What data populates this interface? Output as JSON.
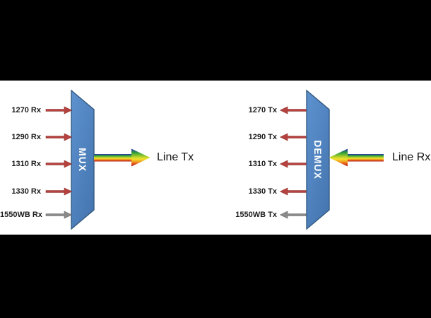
{
  "diagram": {
    "mux": {
      "label": "MUX",
      "inputs": [
        "1270 Rx",
        "1290 Rx",
        "1310 Rx",
        "1330 Rx",
        "1550WB Rx"
      ],
      "output_label": "Line Tx"
    },
    "demux": {
      "label": "DEMUX",
      "outputs": [
        "1270 Tx",
        "1290 Tx",
        "1310 Tx",
        "1330 Tx",
        "1550WB Tx"
      ],
      "input_label": "Line Rx"
    },
    "colors": {
      "background": "#000000",
      "panel": "#ffffff",
      "block_fill": "#4a7dba",
      "block_border": "#355a80",
      "channel_arrow": "#b5423e",
      "wideband_arrow": "#8a8a8a",
      "rainbow_stops": [
        "#232fb4",
        "#2d9d3a",
        "#9fcb2d",
        "#f2e32b",
        "#f09a22",
        "#a52315"
      ],
      "label_text": "#1c1c1c"
    }
  }
}
